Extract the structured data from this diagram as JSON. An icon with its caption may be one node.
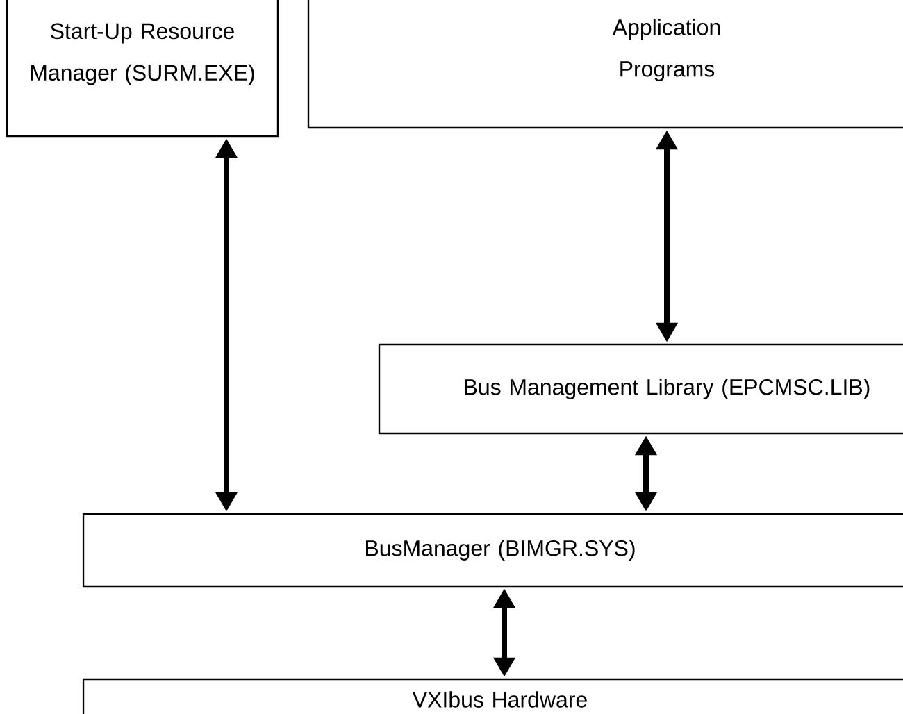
{
  "diagram": {
    "nodes": [
      {
        "text": [
          "Start-Up Resource Manager (SURM.EXE)"
        ]
      },
      {
        "text": [
          "Application Programs"
        ]
      },
      {
        "text": [
          "Bus Management Library (EPCMSC.LIB)"
        ]
      },
      {
        "text": [
          "BusManager (BIMGR.SYS)"
        ]
      },
      {
        "text": [
          "VXIbus Hardware"
        ]
      }
    ],
    "edges": [
      {
        "from": 0,
        "to": 3,
        "arrow": "both"
      },
      {
        "from": 1,
        "to": 2,
        "arrow": "both"
      },
      {
        "from": 2,
        "to": 3,
        "arrow": "both"
      },
      {
        "from": 3,
        "to": 4,
        "arrow": "both"
      }
    ]
  }
}
